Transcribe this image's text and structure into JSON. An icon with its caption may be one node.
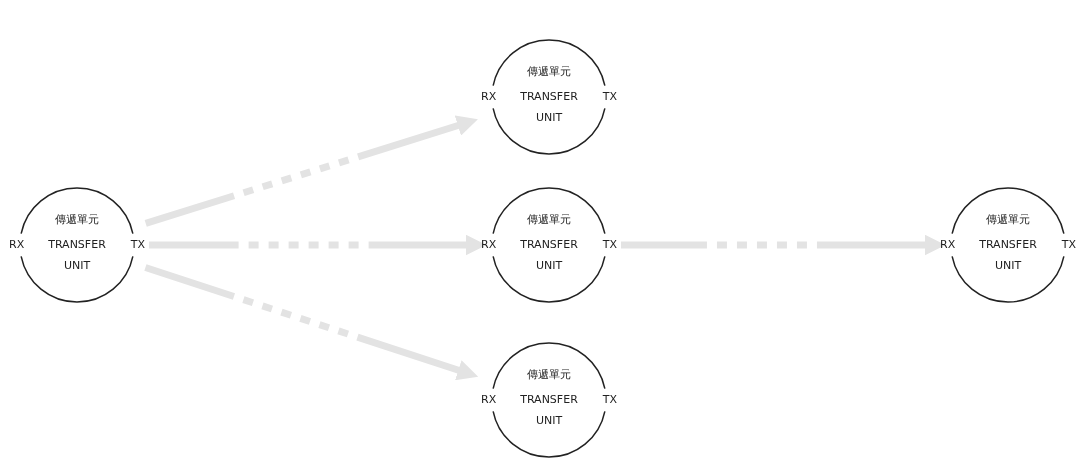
{
  "diagram": {
    "nodes": [
      {
        "text": [
          "傳遞單元",
          "RX",
          "TRANSFER UNIT",
          "TX"
        ]
      },
      {
        "text": [
          "傳遞單元",
          "RX",
          "TRANSFER UNIT",
          "TX"
        ]
      },
      {
        "text": [
          "傳遞單元",
          "RX",
          "TRANSFER UNIT",
          "TX"
        ]
      },
      {
        "text": [
          "傳遞單元",
          "RX",
          "TRANSFER UNIT",
          "TX"
        ]
      },
      {
        "text": [
          "傳遞單元",
          "RX",
          "TRANSFER UNIT",
          "TX"
        ]
      }
    ],
    "edges": [
      {
        "from": 0,
        "to": 1,
        "arrow": "to",
        "style": "dashed"
      },
      {
        "from": 0,
        "to": 2,
        "arrow": "to",
        "style": "dashed"
      },
      {
        "from": 0,
        "to": 3,
        "arrow": "to",
        "style": "dashed"
      },
      {
        "from": 2,
        "to": 4,
        "arrow": "to",
        "style": "dashed"
      }
    ]
  }
}
